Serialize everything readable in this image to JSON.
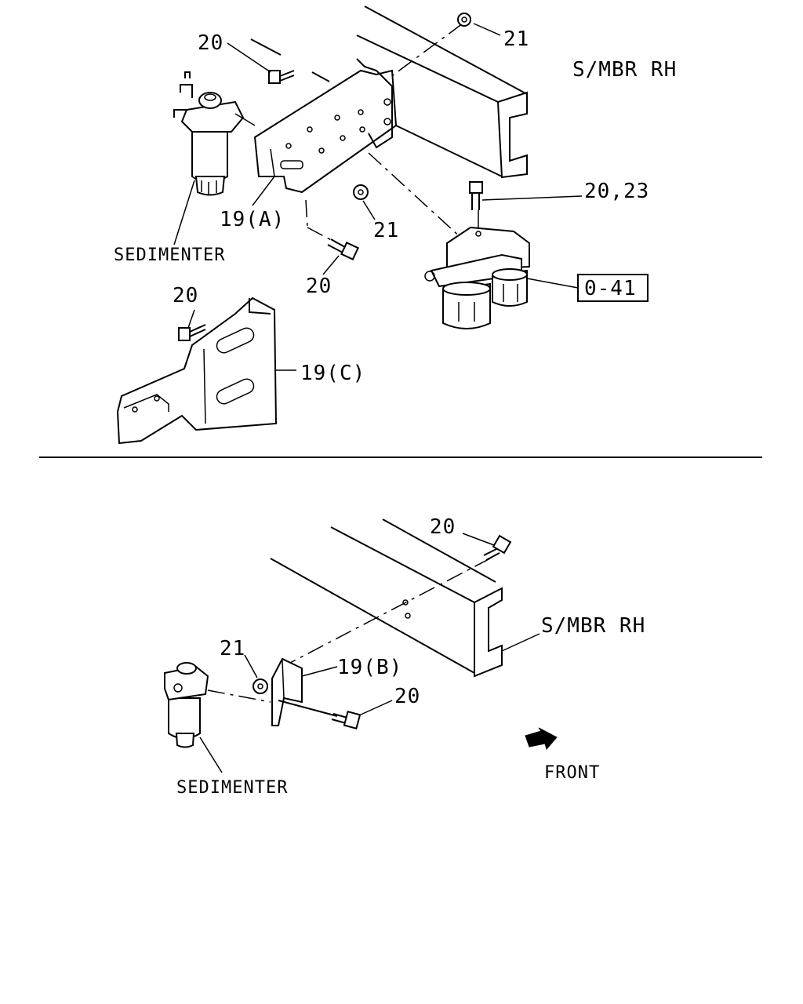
{
  "upper_view": {
    "callouts": {
      "bolt_top": "20",
      "nut_top": "21",
      "frame": "S/MBR RH",
      "bolt_filter": "20,23",
      "bracket_a": "19(A)",
      "nut_lower": "21",
      "bolt_lower": "20",
      "sedimenter": "SEDIMENTER",
      "filter_ref": "0-41",
      "bolt_bracket_c": "20",
      "bracket_c": "19(C)"
    }
  },
  "lower_view": {
    "callouts": {
      "bolt_top": "20",
      "frame": "S/MBR RH",
      "nut": "21",
      "bracket_b": "19(B)",
      "bolt": "20",
      "sedimenter": "SEDIMENTER",
      "direction": "FRONT"
    }
  }
}
